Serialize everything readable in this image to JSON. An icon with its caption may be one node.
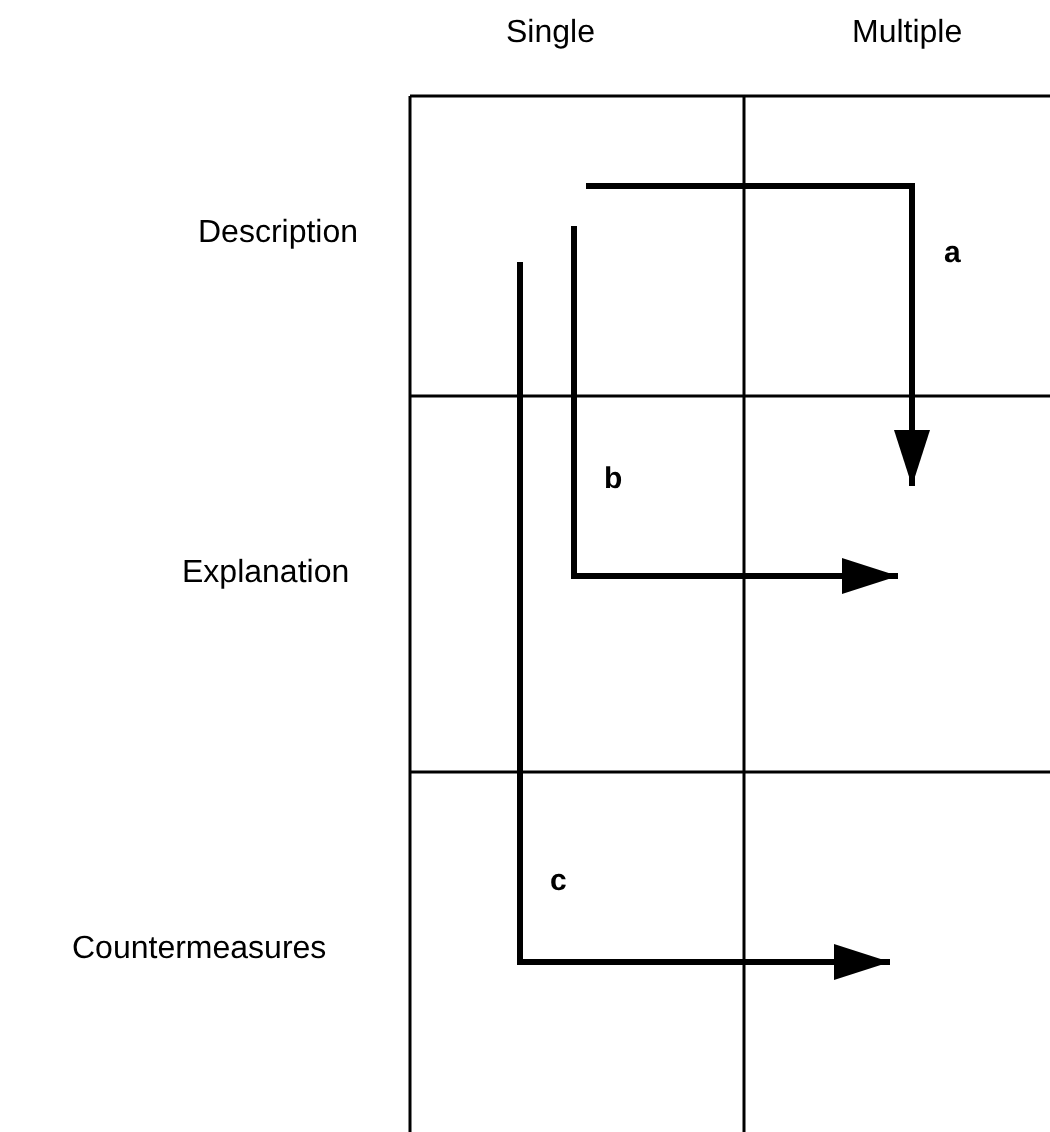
{
  "diagram": {
    "labels": [
      "Single",
      "Multiple",
      "Description",
      "a",
      "b",
      "Explanation",
      "c",
      "Countermeasures"
    ]
  }
}
